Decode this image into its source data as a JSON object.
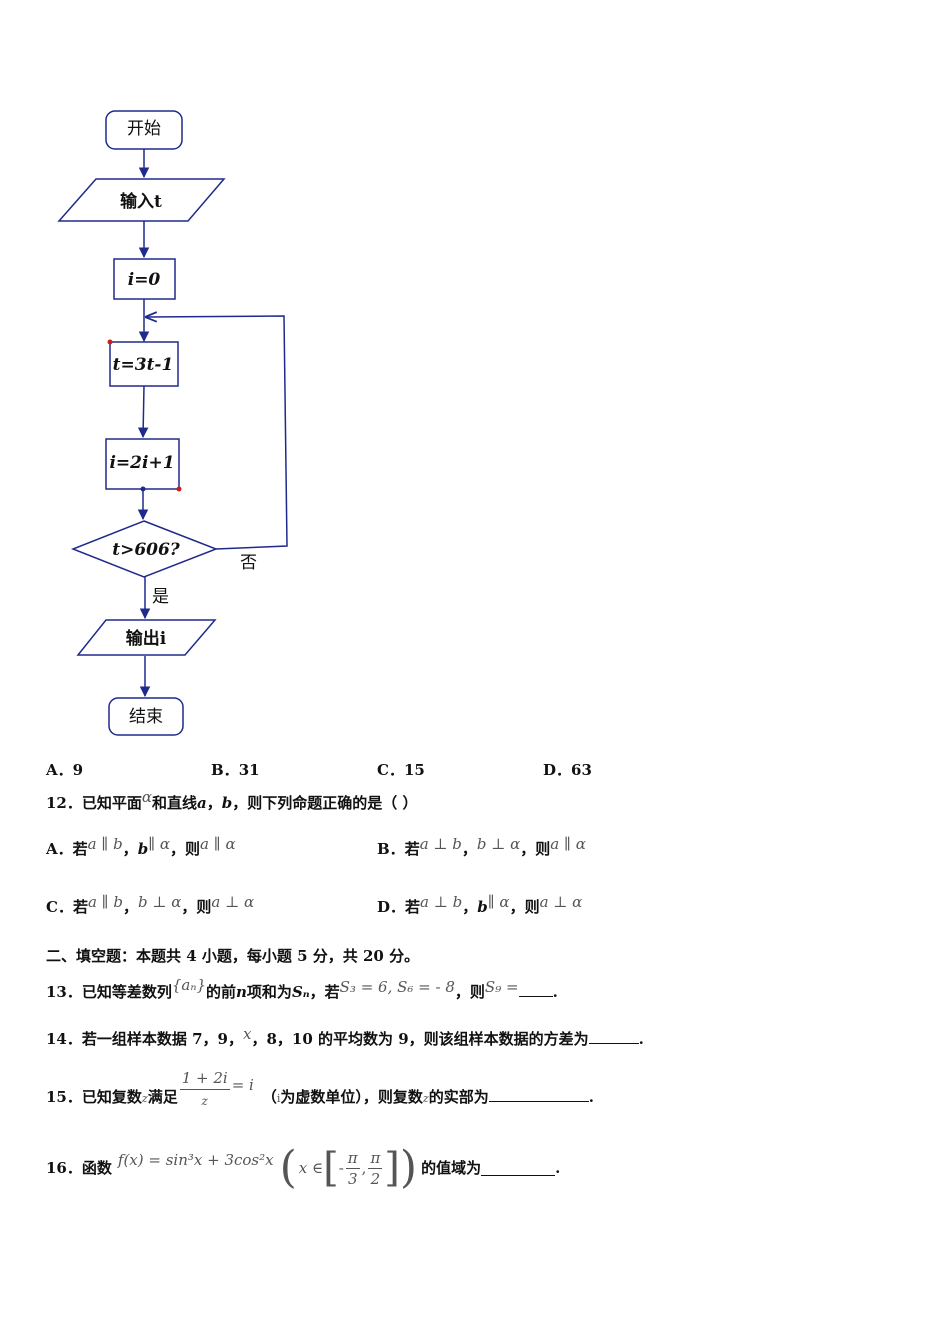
{
  "flowchart": {
    "start": "开始",
    "input": "输入t",
    "init": "i=0",
    "step_t": "t=3t-1",
    "step_i": "i=2i+1",
    "condition": "t>606?",
    "no_label": "否",
    "yes_label": "是",
    "output": "输出i",
    "end": "结束"
  },
  "q11_options": [
    {
      "letter": "A．",
      "text": "9"
    },
    {
      "letter": "B．",
      "text": "31"
    },
    {
      "letter": "C．",
      "text": "15"
    },
    {
      "letter": "D．",
      "text": "63"
    }
  ],
  "q12": {
    "number": "12．",
    "stem_before": "已知平面",
    "alpha": "α",
    "stem_after": "和直线",
    "a": "a",
    "comma": "，",
    "b": "b",
    "stem_end": "，则下列命题正确的是（    ）",
    "options": {
      "A": {
        "letter": "A．",
        "if": "若",
        "rel1": "a ∥ b",
        "sep": "，",
        "b": "b",
        "rel2": "∥ α",
        "then": "，则",
        "concl": "a ∥ α"
      },
      "B": {
        "letter": "B．",
        "if": "若",
        "rel1": "a ⊥ b",
        "sep": "，",
        "rel2": "b ⊥ α",
        "then": "，则",
        "concl": "a ∥ α"
      },
      "C": {
        "letter": "C．",
        "if": "若",
        "rel1": "a ∥ b",
        "sep": "，",
        "rel2": "b ⊥ α",
        "then": "，则",
        "concl": "a ⊥ α"
      },
      "D": {
        "letter": "D．",
        "if": "若",
        "rel1": "a ⊥ b",
        "sep": "，",
        "b": "b",
        "rel2": "∥ α",
        "then": "，则",
        "concl": "a ⊥ α"
      }
    }
  },
  "section2": {
    "heading": "二、填空题：本题共 4 小题，每小题 5 分，共 20 分。"
  },
  "q13": {
    "number": "13．",
    "t1": "已知等差数列",
    "seq": "{aₙ}",
    "t2": "的前",
    "n": "n",
    "t3": "项和为",
    "Sn": "Sₙ",
    "t4": "，若",
    "cond": "S₃ = 6, S₆ = - 8",
    "t5": "，则",
    "target": "S₉ =",
    "end": "."
  },
  "q14": {
    "number": "14．",
    "t1": "若一组样本数据 7，9，",
    "x": "x",
    "t2": "，8，10 的平均数为 9，则该组样本数据的方差为",
    "end": "."
  },
  "q15": {
    "number": "15．",
    "t1": "已知复数",
    "z": "z",
    "t2": "满足",
    "num": "1 + 2i",
    "den": "z",
    "rhs": "= i",
    "t3": "（",
    "i": "i",
    "t4": "为虚数单位），则复数",
    "t5": "的实部为",
    "end": "."
  },
  "q16": {
    "number": "16．",
    "t1": "函数",
    "fx": "f(x) = sin³x + 3cos²x",
    "dom_pre": "x ∈",
    "lo_num": "π",
    "lo_den": "3",
    "hi_num": "π",
    "hi_den": "2",
    "minus": "-",
    "t2": "的值域为",
    "end": "."
  }
}
